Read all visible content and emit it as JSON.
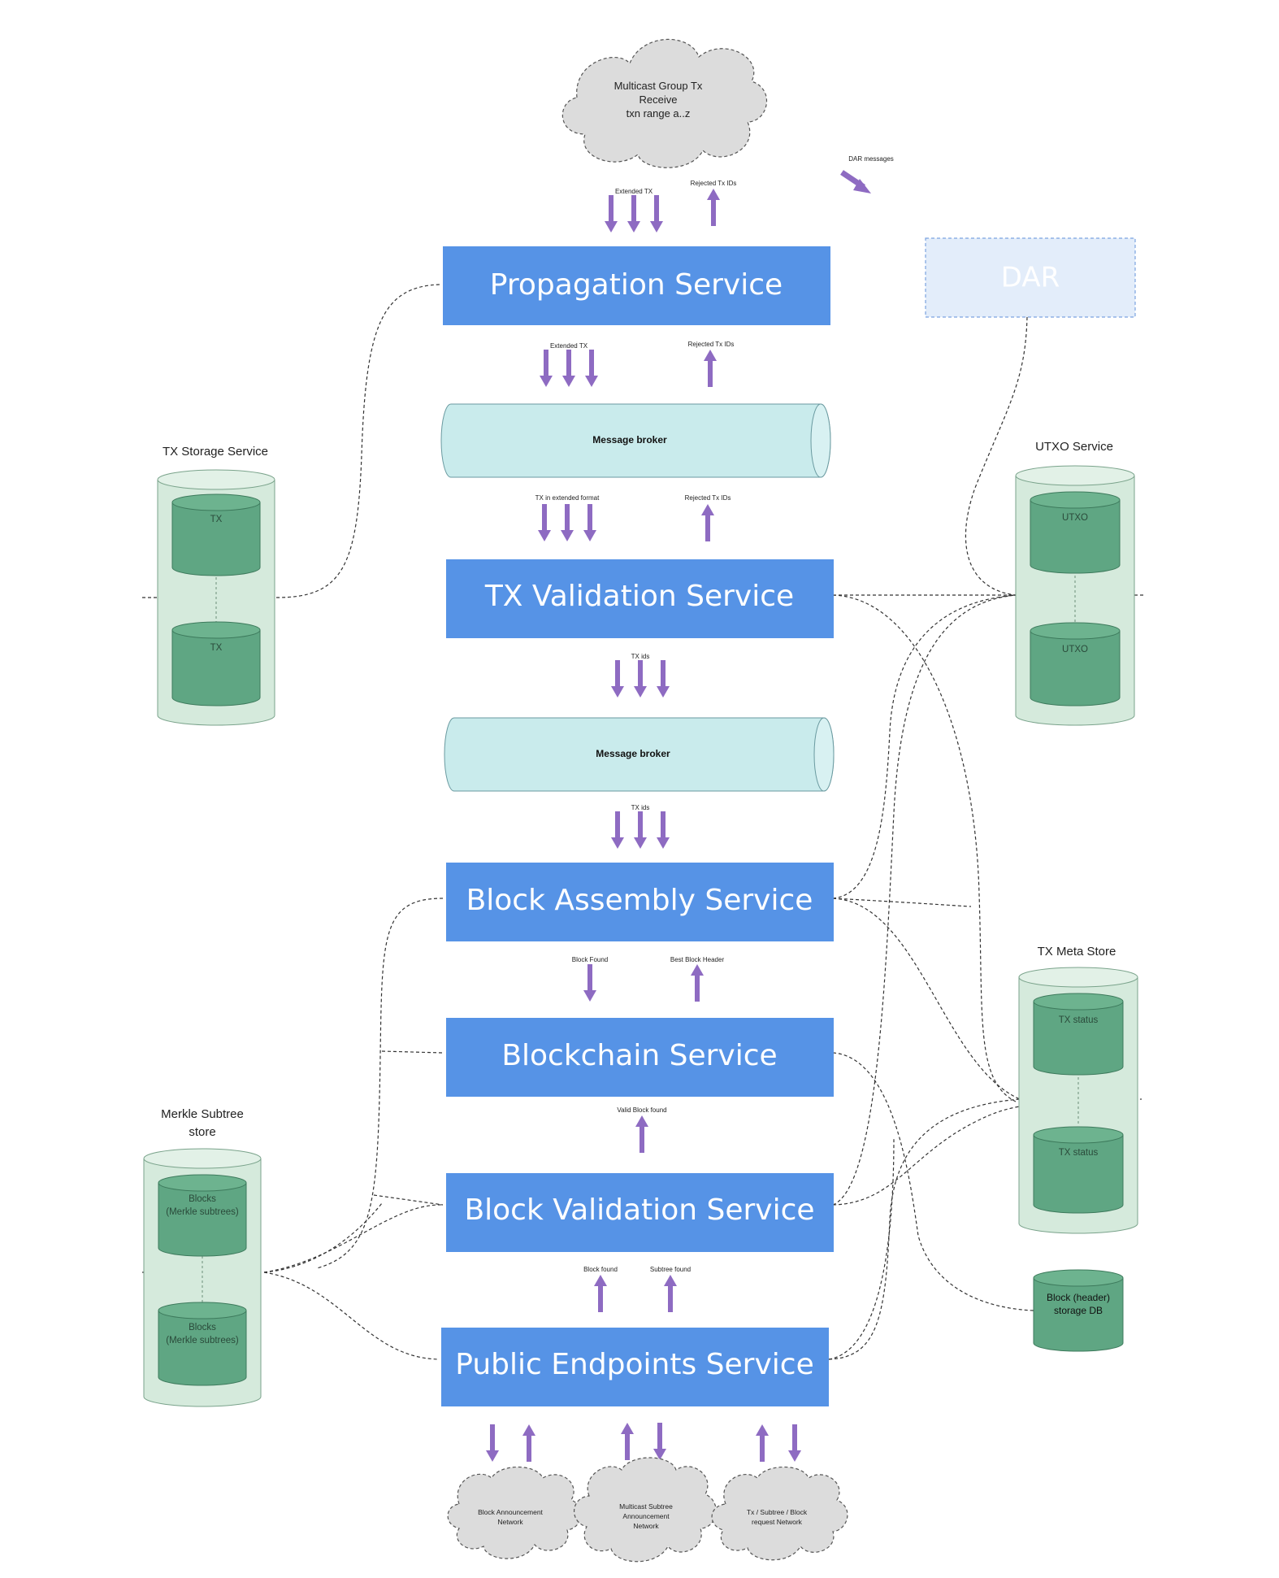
{
  "clouds": {
    "multicast_tx": [
      "Multicast Group Tx",
      "Receive",
      "txn range a..z"
    ],
    "block_announcement": [
      "Block Announcement",
      "Network"
    ],
    "multicast_subtree": [
      "Multicast Subtree",
      "Announcement",
      "Network"
    ],
    "tx_subtree_block": [
      "Tx / Subtree / Block",
      "request Network"
    ]
  },
  "services": {
    "propagation": "Propagation Service",
    "tx_validation": "TX Validation Service",
    "block_assembly": "Block Assembly Service",
    "blockchain": "Blockchain Service",
    "block_validation": "Block Validation Service",
    "public_endpoints": "Public Endpoints Service",
    "dar": "DAR"
  },
  "brokers": {
    "top": "Message broker",
    "bottom": "Message broker"
  },
  "labels": {
    "extended_tx_top": "Extended TX",
    "rejected_tx_ids_top": "Rejected Tx IDs",
    "dar_messages": "DAR messages",
    "extended_tx_mid": "Extended TX",
    "rejected_tx_ids_mid": "Rejected Tx IDs",
    "tx_in_extended_format": "TX in extended format",
    "rejected_tx_ids_low": "Rejected Tx IDs",
    "tx_ids_1": "TX ids",
    "tx_ids_2": "TX ids",
    "block_found": "Block Found",
    "best_block_header": "Best Block Header",
    "valid_block_found": "Valid Block found",
    "block_found_2": "Block found",
    "subtree_found": "Subtree found"
  },
  "stores": {
    "tx_storage": {
      "title": "TX Storage Service",
      "items": [
        "TX",
        "TX"
      ]
    },
    "utxo": {
      "title": "UTXO Service",
      "items": [
        "UTXO",
        "UTXO"
      ]
    },
    "tx_meta": {
      "title": "TX Meta Store",
      "items": [
        "TX status",
        "TX status"
      ]
    },
    "merkle": {
      "title": [
        "Merkle Subtree",
        "store"
      ],
      "items": [
        [
          "Blocks",
          "(Merkle subtrees)"
        ],
        [
          "Blocks",
          "(Merkle subtrees)"
        ]
      ]
    },
    "block_header_db": [
      "Block (header)",
      "storage DB"
    ]
  },
  "colors": {
    "service": "#5693e6",
    "dar": "#e3edfa",
    "broker": "#c9ebec",
    "store_outer": "#d5eadc",
    "store_inner": "#5fa683",
    "arrow": "#8e6bc2",
    "cloud": "#dcdcdc"
  }
}
